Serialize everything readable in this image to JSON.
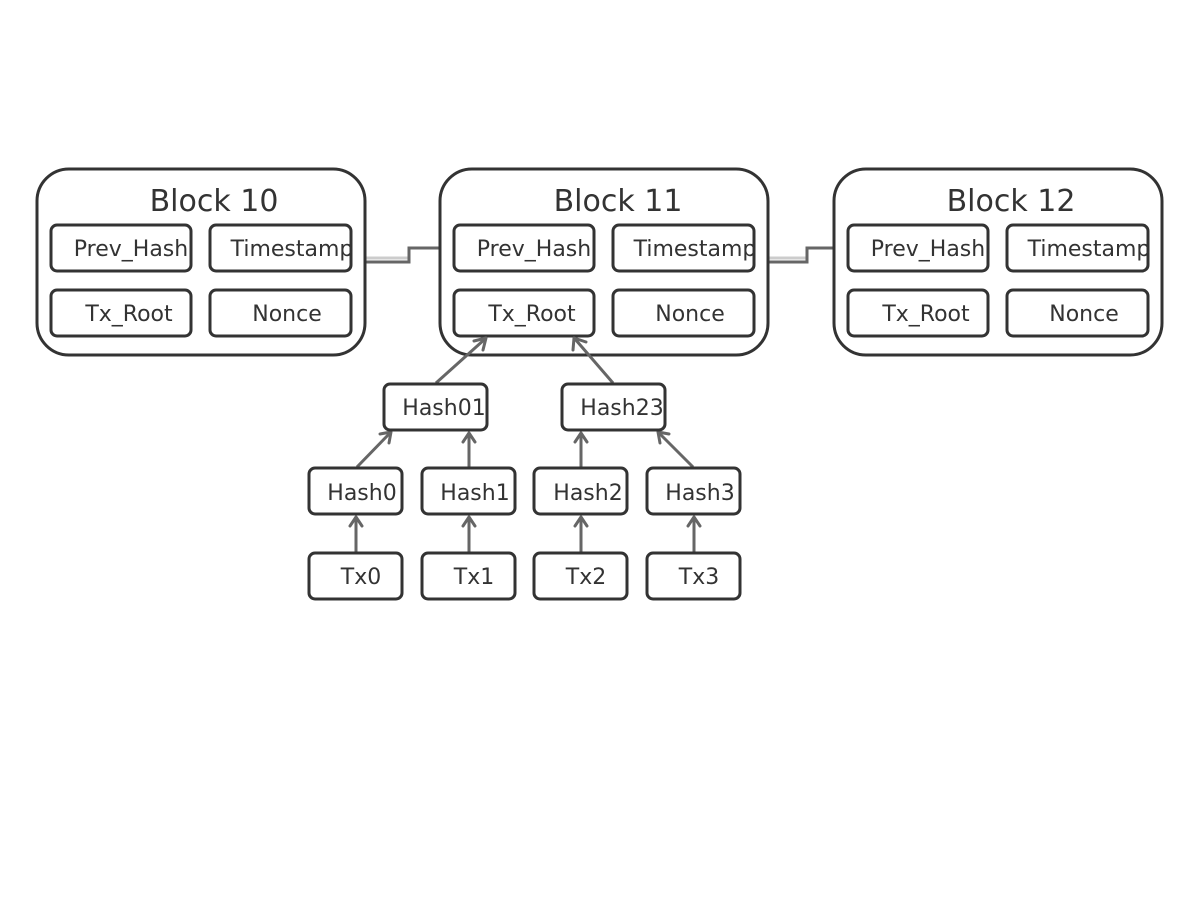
{
  "blocks": [
    {
      "title": "Block 10",
      "fields": [
        "Prev_Hash",
        "Timestamp",
        "Tx_Root",
        "Nonce"
      ]
    },
    {
      "title": "Block 11",
      "fields": [
        "Prev_Hash",
        "Timestamp",
        "Tx_Root",
        "Nonce"
      ]
    },
    {
      "title": "Block 12",
      "fields": [
        "Prev_Hash",
        "Timestamp",
        "Tx_Root",
        "Nonce"
      ]
    }
  ],
  "merkle": {
    "level1": [
      "Hash01",
      "Hash23"
    ],
    "level2": [
      "Hash0",
      "Hash1",
      "Hash2",
      "Hash3"
    ],
    "transactions": [
      "Tx0",
      "Tx1",
      "Tx2",
      "Tx3"
    ]
  },
  "colors": {
    "stroke": "#333333",
    "arrow": "#666666",
    "text": "#333333",
    "background": "#ffffff"
  }
}
